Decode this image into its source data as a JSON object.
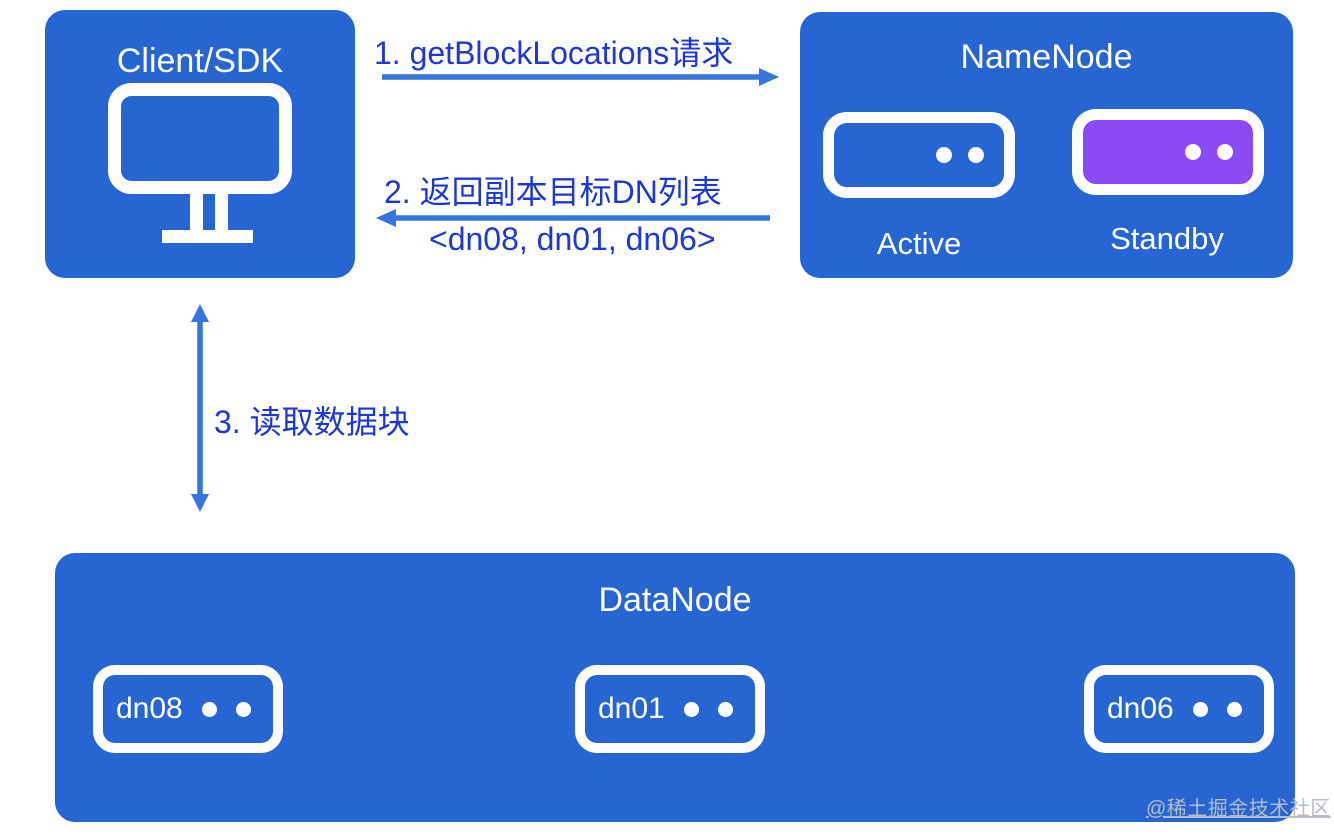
{
  "colors": {
    "box_blue": "#2765d3",
    "standby_purple": "#8b4af3",
    "arrow_blue": "#3575dc",
    "text_blue": "#1d38d4",
    "icon_white": "#ffffff",
    "watermark_gray": "#b7bdc5",
    "background": "#ffffff"
  },
  "client": {
    "title": "Client/SDK",
    "icon": "monitor-icon"
  },
  "namenode": {
    "title": "NameNode",
    "servers": [
      {
        "label": "Active",
        "state": "active",
        "icon": "server-icon"
      },
      {
        "label": "Standby",
        "state": "standby",
        "icon": "server-icon"
      }
    ]
  },
  "datanode": {
    "title": "DataNode",
    "nodes": [
      {
        "label": "dn08",
        "icon": "server-icon"
      },
      {
        "label": "dn01",
        "icon": "server-icon"
      },
      {
        "label": "dn06",
        "icon": "server-icon"
      }
    ]
  },
  "flow": {
    "step1": {
      "label": "1. getBlockLocations请求",
      "direction": "right"
    },
    "step2": {
      "label": "2. 返回副本目标DN列表",
      "sublabel": "<dn08, dn01, dn06>",
      "direction": "left"
    },
    "step3": {
      "label": "3. 读取数据块",
      "direction": "both"
    }
  },
  "watermark": {
    "text": "@稀土掘金技术社区"
  }
}
